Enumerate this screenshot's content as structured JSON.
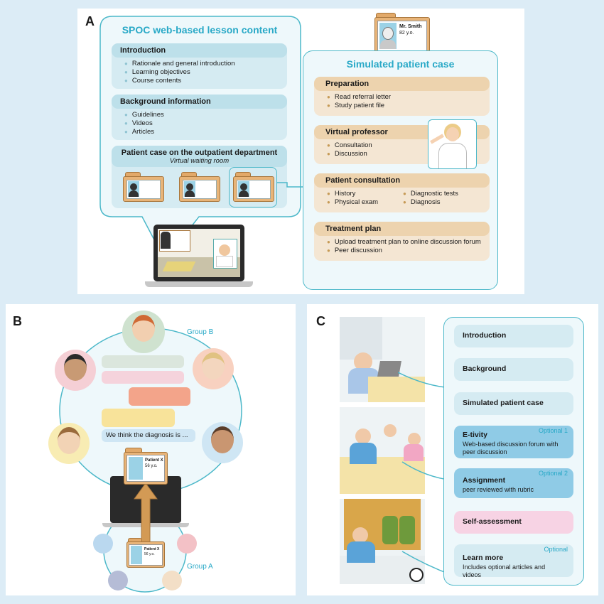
{
  "panels": {
    "a": "A",
    "b": "B",
    "c": "C"
  },
  "spoc": {
    "title": "SPOC web-based lesson content",
    "introduction": {
      "heading": "Introduction",
      "items": [
        "Rationale and general introduction",
        "Learning objectives",
        "Course contents"
      ]
    },
    "background": {
      "heading": "Background information",
      "items": [
        "Guidelines",
        "Videos",
        "Articles"
      ]
    },
    "patient_case": {
      "heading": "Patient case on the outpatient department",
      "subheading": "Virtual waiting room"
    }
  },
  "patient_file": {
    "name": "Mr. Smith",
    "age": "82 y.o."
  },
  "simulated": {
    "title": "Simulated patient case",
    "preparation": {
      "heading": "Preparation",
      "items": [
        "Read referral letter",
        "Study patient file"
      ]
    },
    "professor": {
      "heading": "Virtual professor",
      "items": [
        "Consultation",
        "Discussion"
      ]
    },
    "consultation": {
      "heading": "Patient consultation",
      "items_left": [
        "History",
        "Physical exam"
      ],
      "items_right": [
        "Diagnostic tests",
        "Diagnosis"
      ]
    },
    "treatment": {
      "heading": "Treatment plan",
      "items": [
        "Upload treatment plan to online discussion forum",
        "Peer discussion"
      ]
    }
  },
  "group_b": {
    "label": "Group B",
    "message": "We think the diagnosis is ...",
    "patient_name": "Patient X",
    "patient_age": "56 y.o."
  },
  "group_a": {
    "label": "Group A",
    "patient_name": "Patient X",
    "patient_age": "56 y.o."
  },
  "course": {
    "introduction": "Introduction",
    "background": "Background",
    "simulated": "Simulated patient case",
    "etivity": {
      "title": "E-tivity",
      "optional": "Optional 1",
      "sub": "Web-based discussion forum with peer discussion"
    },
    "assignment": {
      "title": "Assignment",
      "optional": "Optional 2",
      "sub": "peer reviewed with rubric"
    },
    "self_assessment": "Self-assessment",
    "learn_more": {
      "title": "Learn more",
      "optional": "Optional",
      "sub": "Includes optional articles and videos"
    }
  },
  "colors": {
    "teal": "#4cb8c9",
    "blue_section": "#bde0ea",
    "orange_section": "#edd3ae",
    "optional_box": "#8fcbe6",
    "pink_box": "#f7d3e4",
    "folder": "#e8b478"
  }
}
